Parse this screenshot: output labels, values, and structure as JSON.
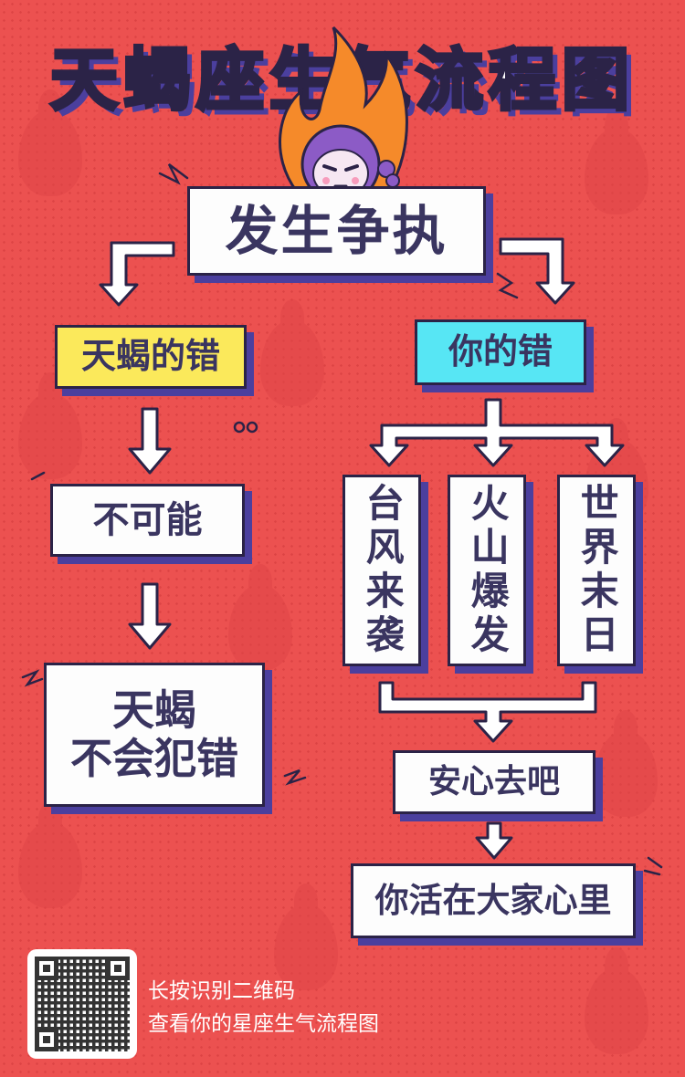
{
  "title": "天蝎座生气流程图",
  "start": "发生争执",
  "left_branch": {
    "label": "天蝎的错",
    "step1": "不可能",
    "step2": "天蝎\n不会犯错"
  },
  "right_branch": {
    "label": "你的错",
    "options": [
      "台风来袭",
      "火山爆发",
      "世界末日"
    ],
    "step1": "安心去吧",
    "step2": "你活在大家心里"
  },
  "footer": {
    "line1": "长按识别二维码",
    "line2": "查看你的星座生气流程图"
  },
  "colors": {
    "background": "#ec5150",
    "box_shadow": "#4b3f9e",
    "text": "#3a3560",
    "yellow": "#fbe95b",
    "cyan": "#57e6f4"
  }
}
